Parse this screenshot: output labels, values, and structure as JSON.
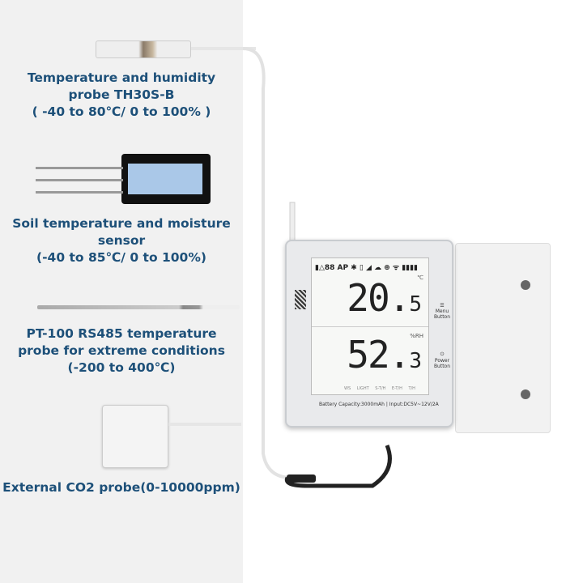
{
  "probes": [
    {
      "lines": [
        "Temperature and humidity",
        "probe TH30S-B",
        "( -40 to 80℃/ 0 to 100% )"
      ]
    },
    {
      "lines": [
        "Soil temperature and moisture",
        "sensor",
        "(-40 to 85℃/ 0 to 100%)"
      ]
    },
    {
      "lines": [
        "PT-100 RS485 temperature",
        "probe for extreme conditions",
        "(-200 to 400℃)"
      ]
    },
    {
      "lines": [
        "External CO2 probe(0-10000ppm)"
      ]
    }
  ],
  "device": {
    "status": "▮△88 AP ✱ ▯ ◢ ☁ ⊕ ᯤ ▮▮▮▮",
    "temperature_main": "20.",
    "temperature_decimal": "5",
    "temperature_unit": "℃",
    "humidity_main": "52.",
    "humidity_decimal": "3",
    "humidity_unit": "%RH",
    "modes": "WS LIGHT S-T/H E-T/H T/H",
    "label": "Battery Capacity:3000mAh | Input:DC5V~12V/2A",
    "menu_button": "Menu Button",
    "power_button": "Power Button"
  },
  "colors": {
    "caption": "#1d5079",
    "left_bg": "#f1f1f1"
  }
}
